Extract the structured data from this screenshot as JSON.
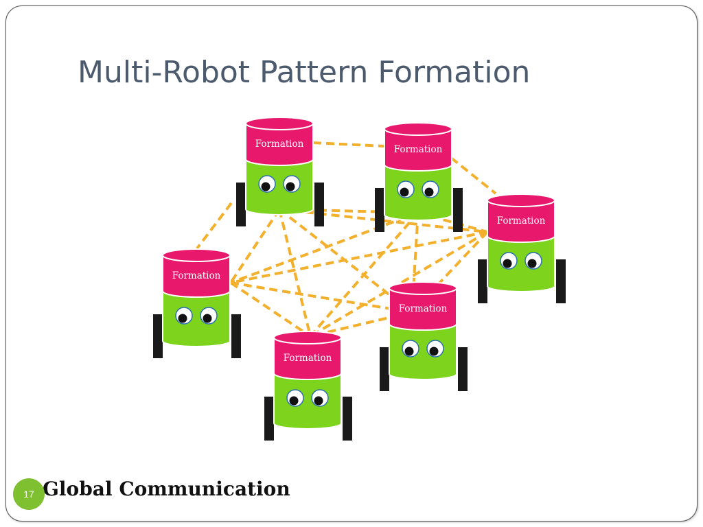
{
  "slide": {
    "title": "Multi-Robot Pattern Formation",
    "caption": "Global Communication",
    "number": "17"
  },
  "robot_label": "Formation",
  "colors": {
    "title": "#4c5a6e",
    "robot_top": "#e8196c",
    "robot_body": "#7ed31d",
    "link": "#f2b02c",
    "wheel": "#1a1a1a",
    "slide_number_badge": "#7fc031"
  },
  "robots": [
    {
      "id": "r1",
      "label": "Formation"
    },
    {
      "id": "r2",
      "label": "Formation"
    },
    {
      "id": "r3",
      "label": "Formation"
    },
    {
      "id": "r4",
      "label": "Formation"
    },
    {
      "id": "r5",
      "label": "Formation"
    },
    {
      "id": "r6",
      "label": "Formation"
    }
  ],
  "links": [
    [
      "r1",
      "r2"
    ],
    [
      "r2",
      "r3"
    ],
    [
      "r1",
      "r4"
    ],
    [
      "r1",
      "r5"
    ],
    [
      "r1",
      "r6"
    ],
    [
      "r1",
      "r3"
    ],
    [
      "r2",
      "r4"
    ],
    [
      "r2",
      "r6"
    ],
    [
      "r2",
      "r5"
    ],
    [
      "r3",
      "r4"
    ],
    [
      "r3",
      "r6"
    ],
    [
      "r3",
      "r5"
    ],
    [
      "r4",
      "r5"
    ],
    [
      "r4",
      "r6"
    ],
    [
      "r5",
      "r6"
    ]
  ]
}
